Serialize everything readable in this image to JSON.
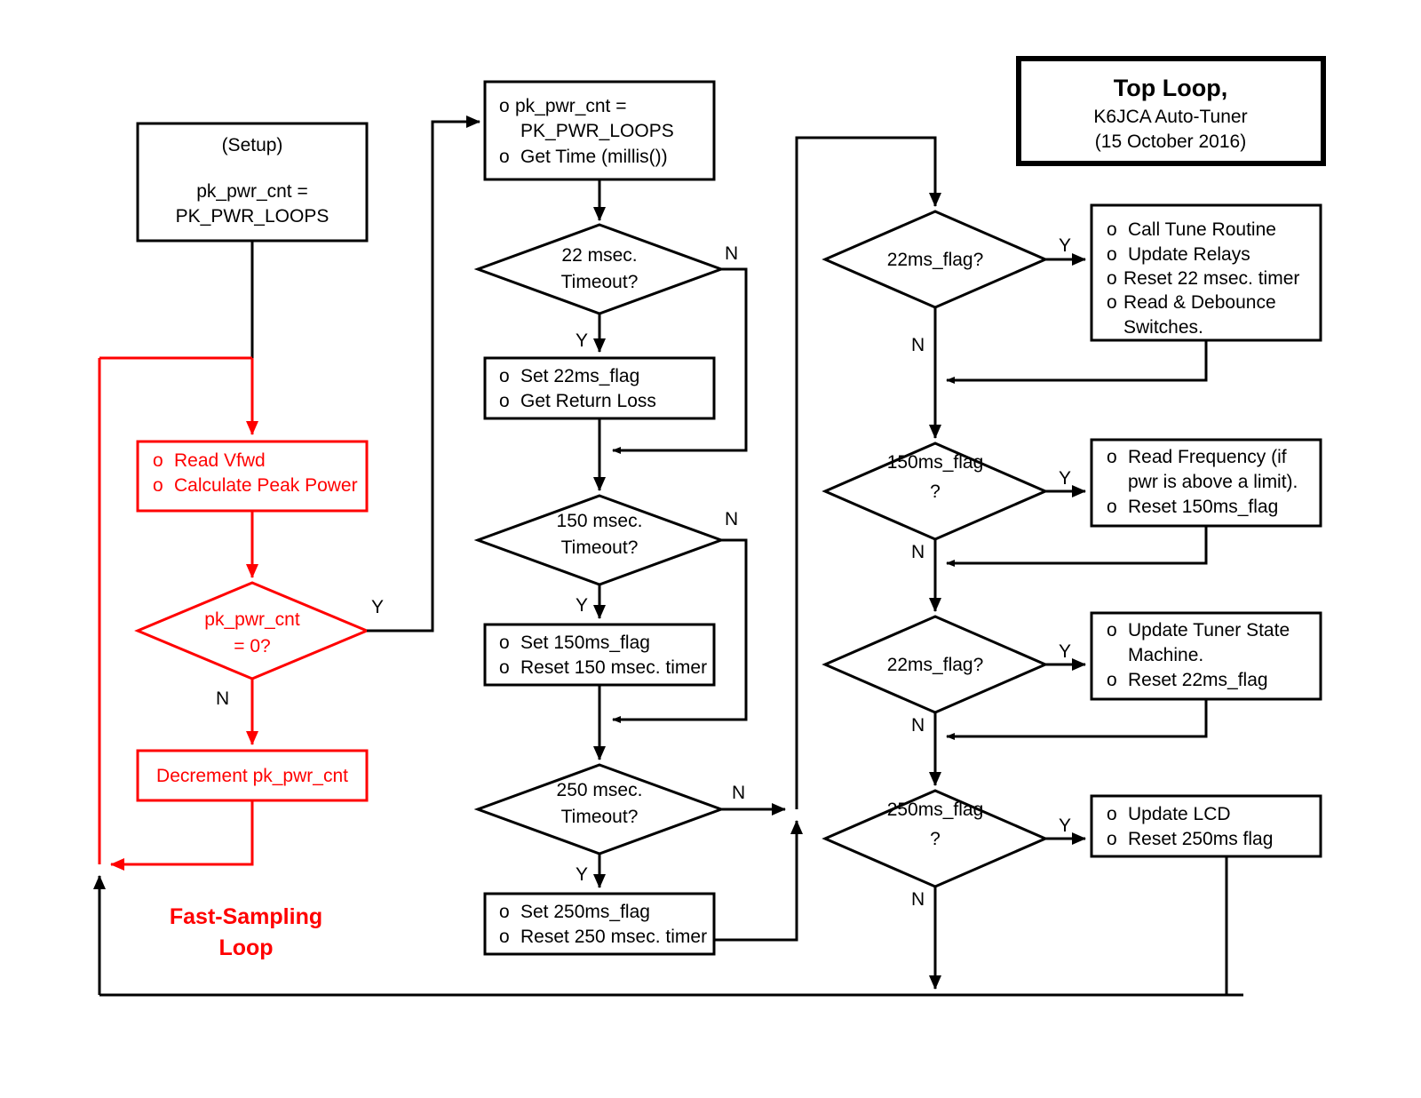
{
  "diagram": {
    "title_box": {
      "title": "Top Loop,",
      "line2": "K6JCA Auto-Tuner",
      "line3": "(15 October 2016)"
    },
    "labels": {
      "fast_loop_1": "Fast-Sampling",
      "fast_loop_2": "Loop",
      "yes": "Y",
      "no": "N",
      "bullet": "o"
    },
    "colors": {
      "red": "#ff0000",
      "black": "#000000",
      "background": "#ffffff"
    },
    "left_column": {
      "setup_box": {
        "line1": "(Setup)",
        "line2": "pk_pwr_cnt =",
        "line3": "PK_PWR_LOOPS"
      },
      "read_box": {
        "line1": "Read Vfwd",
        "line2": "Calculate Peak Power"
      },
      "decision": {
        "line1": "pk_pwr_cnt",
        "line2": "= 0?",
        "yes_label": "Y",
        "no_label": "N"
      },
      "decrement_box": {
        "line1": "Decrement pk_pwr_cnt"
      }
    },
    "middle_column": {
      "init_box": {
        "line1": "pk_pwr_cnt =",
        "line2": "PK_PWR_LOOPS",
        "line3": "Get Time (millis())"
      },
      "dec_22": {
        "line1": "22 msec.",
        "line2": "Timeout?",
        "yes_label": "Y",
        "no_label": "N"
      },
      "act_22": {
        "line1": "Set 22ms_flag",
        "line2": "Get Return Loss"
      },
      "dec_150": {
        "line1": "150 msec.",
        "line2": "Timeout?",
        "yes_label": "Y",
        "no_label": "N"
      },
      "act_150": {
        "line1": "Set 150ms_flag",
        "line2": "Reset 150 msec. timer"
      },
      "dec_250": {
        "line1": "250 msec.",
        "line2": "Timeout?",
        "yes_label": "Y",
        "no_label": "N"
      },
      "act_250": {
        "line1": "Set 250ms_flag",
        "line2": "Reset 250 msec. timer"
      }
    },
    "right_column": {
      "dec_22a": {
        "line1": "22ms_flag?",
        "line2": "",
        "yes_label": "Y",
        "no_label": "N"
      },
      "act_22a": {
        "line1": "Call Tune Routine",
        "line2": "Update Relays",
        "line3": "Reset 22 msec. timer",
        "line4": "Read & Debounce",
        "line5": "Switches."
      },
      "dec_150a": {
        "line1": "150ms_flag",
        "line2": "?",
        "yes_label": "Y",
        "no_label": "N"
      },
      "act_150a": {
        "line1": "Read Frequency (if",
        "line2": "pwr is above a  limit).",
        "line3": "Reset 150ms_flag"
      },
      "dec_22b": {
        "line1": "22ms_flag?",
        "line2": "",
        "yes_label": "Y",
        "no_label": "N"
      },
      "act_22b": {
        "line1": "Update Tuner State",
        "line2": "Machine.",
        "line3": "Reset 22ms_flag"
      },
      "dec_250a": {
        "line1": "250ms_flag",
        "line2": "?",
        "yes_label": "Y",
        "no_label": "N"
      },
      "act_250a": {
        "line1": "Update LCD",
        "line2": "Reset 250ms  flag"
      }
    }
  }
}
